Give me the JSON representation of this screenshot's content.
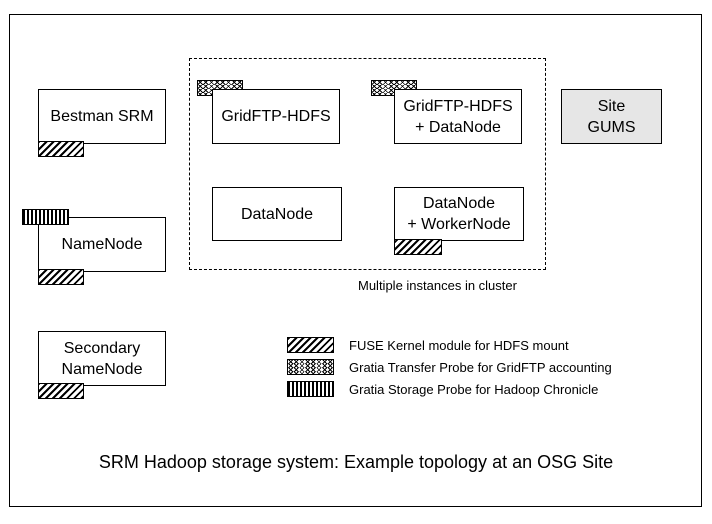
{
  "components": {
    "bestman_srm": "Bestman SRM",
    "namenode": "NameNode",
    "secondary_namenode": [
      "Secondary",
      "NameNode"
    ],
    "gridftp_hdfs": "GridFTP-HDFS",
    "gridftp_hdfs_datanode": [
      "GridFTP-HDFS",
      "+ DataNode"
    ],
    "datanode": "DataNode",
    "datanode_workernode": [
      "DataNode",
      "+ WorkerNode"
    ],
    "site_gums": [
      "Site",
      "GUMS"
    ]
  },
  "cluster_caption": "Multiple instances in cluster",
  "legend": {
    "fuse": "FUSE Kernel module for HDFS mount",
    "transfer": "Gratia Transfer Probe for GridFTP accounting",
    "storage": "Gratia Storage Probe for Hadoop Chronicle"
  },
  "title": "SRM Hadoop storage system: Example topology at an OSG Site",
  "patterns": {
    "fuse": "diagonal-hatch",
    "transfer": "zigzag",
    "storage": "vertical-stripes"
  }
}
